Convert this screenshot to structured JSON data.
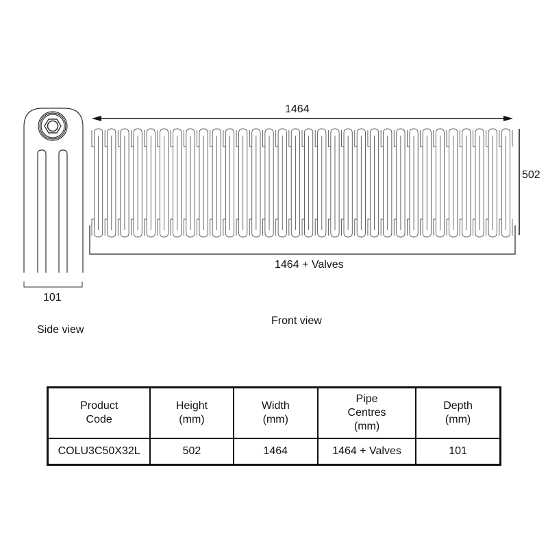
{
  "diagram": {
    "side_view": {
      "label": "Side view",
      "depth_dimension": "101"
    },
    "front_view": {
      "label": "Front view",
      "width_dimension": "1464",
      "height_dimension": "502",
      "pipe_centres_dimension": "1464 + Valves",
      "sections": 32
    }
  },
  "table": {
    "headers": [
      [
        "Product",
        "Code"
      ],
      [
        "Height",
        "(mm)"
      ],
      [
        "Width",
        "(mm)"
      ],
      [
        "Pipe",
        "Centres",
        "(mm)"
      ],
      [
        "Depth",
        "(mm)"
      ]
    ],
    "rows": [
      [
        "COLU3C50X32L",
        "502",
        "1464",
        "1464 + Valves",
        "101"
      ]
    ]
  },
  "colors": {
    "line": "#111111",
    "outline": "#444444",
    "background": "#ffffff"
  }
}
